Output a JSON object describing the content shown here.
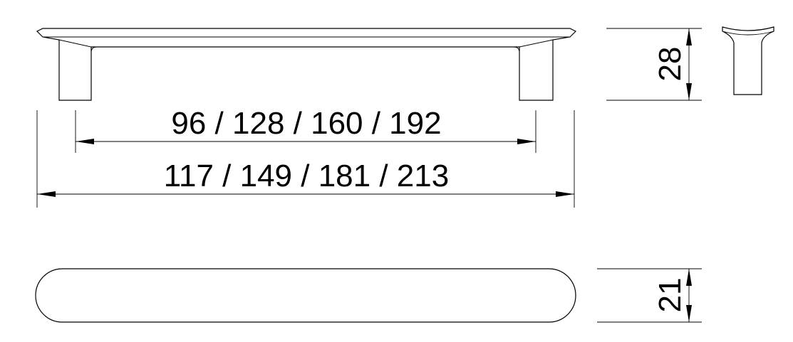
{
  "dimensions": {
    "hole_spacing": "96 / 128 / 160 / 192",
    "overall_length": "117 / 149 / 181 / 213",
    "height": "28",
    "width": "21"
  }
}
